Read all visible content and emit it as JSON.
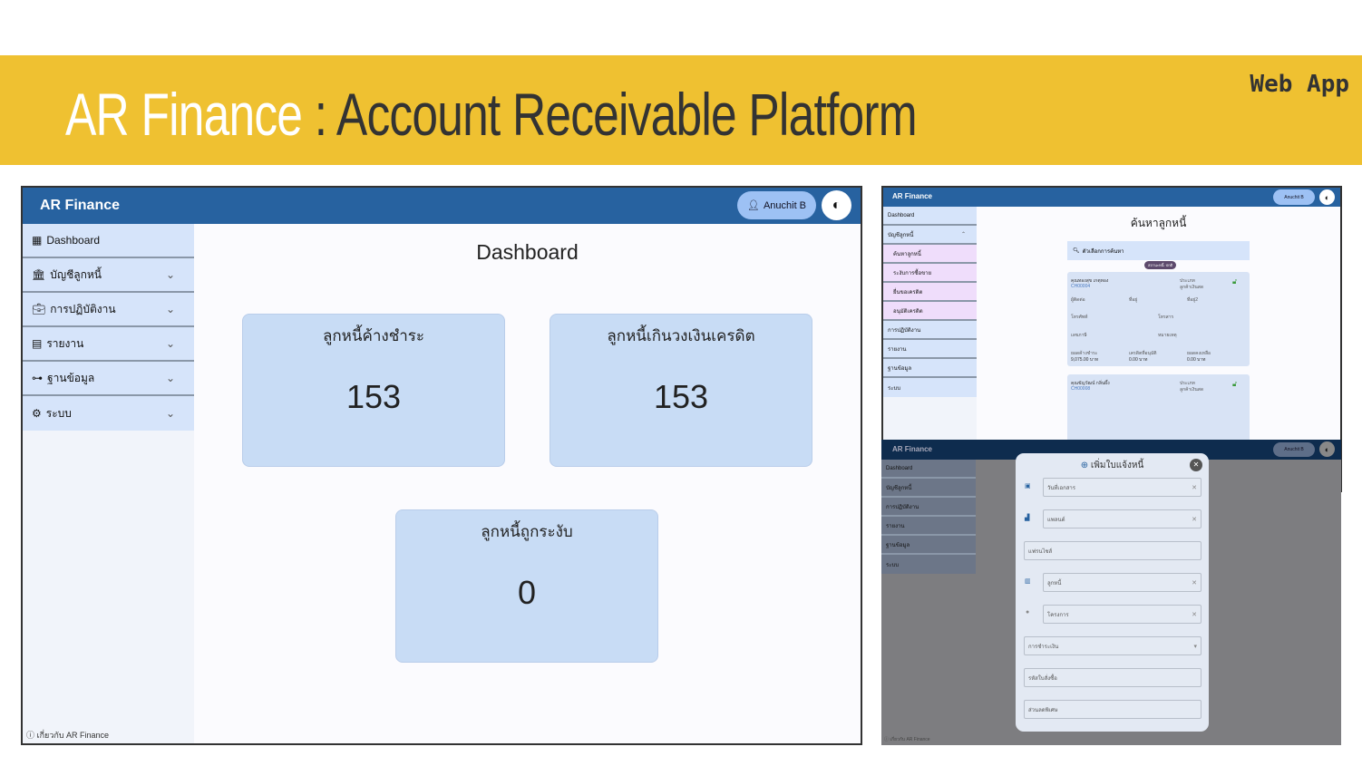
{
  "slide": {
    "title_part1": "AR Finance",
    "title_part2": " : Account Receivable Platform",
    "tag": "Web App",
    "brand_color": "#EFC131"
  },
  "app": {
    "name": "AR Finance",
    "user": "Anuchit B",
    "header_color": "#2762A0",
    "sidebar": [
      {
        "label": "Dashboard",
        "icon": "dashboard-icon"
      },
      {
        "label": "บัญชีลูกหนี้",
        "icon": "bank-icon"
      },
      {
        "label": "การปฏิบัติงาน",
        "icon": "briefcase-icon"
      },
      {
        "label": "รายงาน",
        "icon": "report-icon"
      },
      {
        "label": "ฐานข้อมูล",
        "icon": "database-icon"
      },
      {
        "label": "ระบบ",
        "icon": "settings-icon"
      }
    ],
    "submenu": [
      "ค้นหาลูกหนี้",
      "ระงับการซื้อขาย",
      "ยื่นขอเครดิต",
      "อนุมัติเครดิต"
    ],
    "footer": "เกี่ยวกับ AR Finance"
  },
  "dashboard": {
    "title": "Dashboard",
    "cards": [
      {
        "label": "ลูกหนี้ค้างชำระ",
        "value": "153"
      },
      {
        "label": "ลูกหนี้เกินวงเงินเครดิต",
        "value": "153"
      },
      {
        "label": "ลูกหนี้ถูกระงับ",
        "value": "0"
      }
    ]
  },
  "search": {
    "title": "ค้นหาลูกหนี้",
    "options": "ตัวเลือกการค้นหา",
    "badge": "สถานะหนี้: ปกติ",
    "results": [
      {
        "name": "คุณทองสุข เกตุทอง",
        "code": "CH00004",
        "type_label": "ประเภท",
        "type": "ลูกค้าเงินสด",
        "outstanding": "9,075.00 บาท",
        "approved": "0.00 บาท",
        "remaining": "0.00 บาท"
      },
      {
        "name": "คุณขัญวัฒน์ กลิ่นผึ้ง",
        "code": "CH00008",
        "type_label": "ประเภท",
        "type": "ลูกค้าเงินสด"
      }
    ],
    "labels": {
      "contact": "ผู้ติดต่อ",
      "addr1": "ที่อยู่",
      "addr2": "ที่อยู่2",
      "mobile": "โทรศัพท์",
      "phone": "โทรสาร",
      "taxid": "เลขภาษี",
      "note": "หมายเหตุ",
      "outstanding": "ยอดค้างชำระ",
      "approved": "เครดิตที่อนุมัติ",
      "remaining": "ยอดคงเหลือ"
    }
  },
  "modal": {
    "title": "เพิ่มใบแจ้งหนี้",
    "fields": [
      "วันที่เอกสาร",
      "แพลนต์",
      "แฟรนไชส์",
      "ลูกหนี้",
      "โครงการ",
      "การชำระเงิน",
      "รหัสใบสั่งซื้อ",
      "ส่วนลดพิเศษ"
    ]
  }
}
